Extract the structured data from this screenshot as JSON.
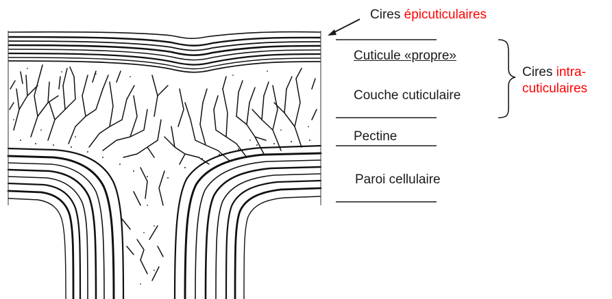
{
  "labels": {
    "epicuticular_word": "Cires",
    "epicuticular_colored": "épicuticulaires",
    "cuticle_proper": "Cuticule «propre»",
    "cuticular_layer": "Couche cuticulaire",
    "intracuticular_word": "Cires",
    "intracuticular_colored_1": "intra-",
    "intracuticular_colored_2": "cuticulaires",
    "pectin": "Pectine",
    "cell_wall": "Paroi cellulaire"
  },
  "colors": {
    "ink": "#1a1a1a",
    "highlight": "#ff0000",
    "background": "#ffffff"
  }
}
